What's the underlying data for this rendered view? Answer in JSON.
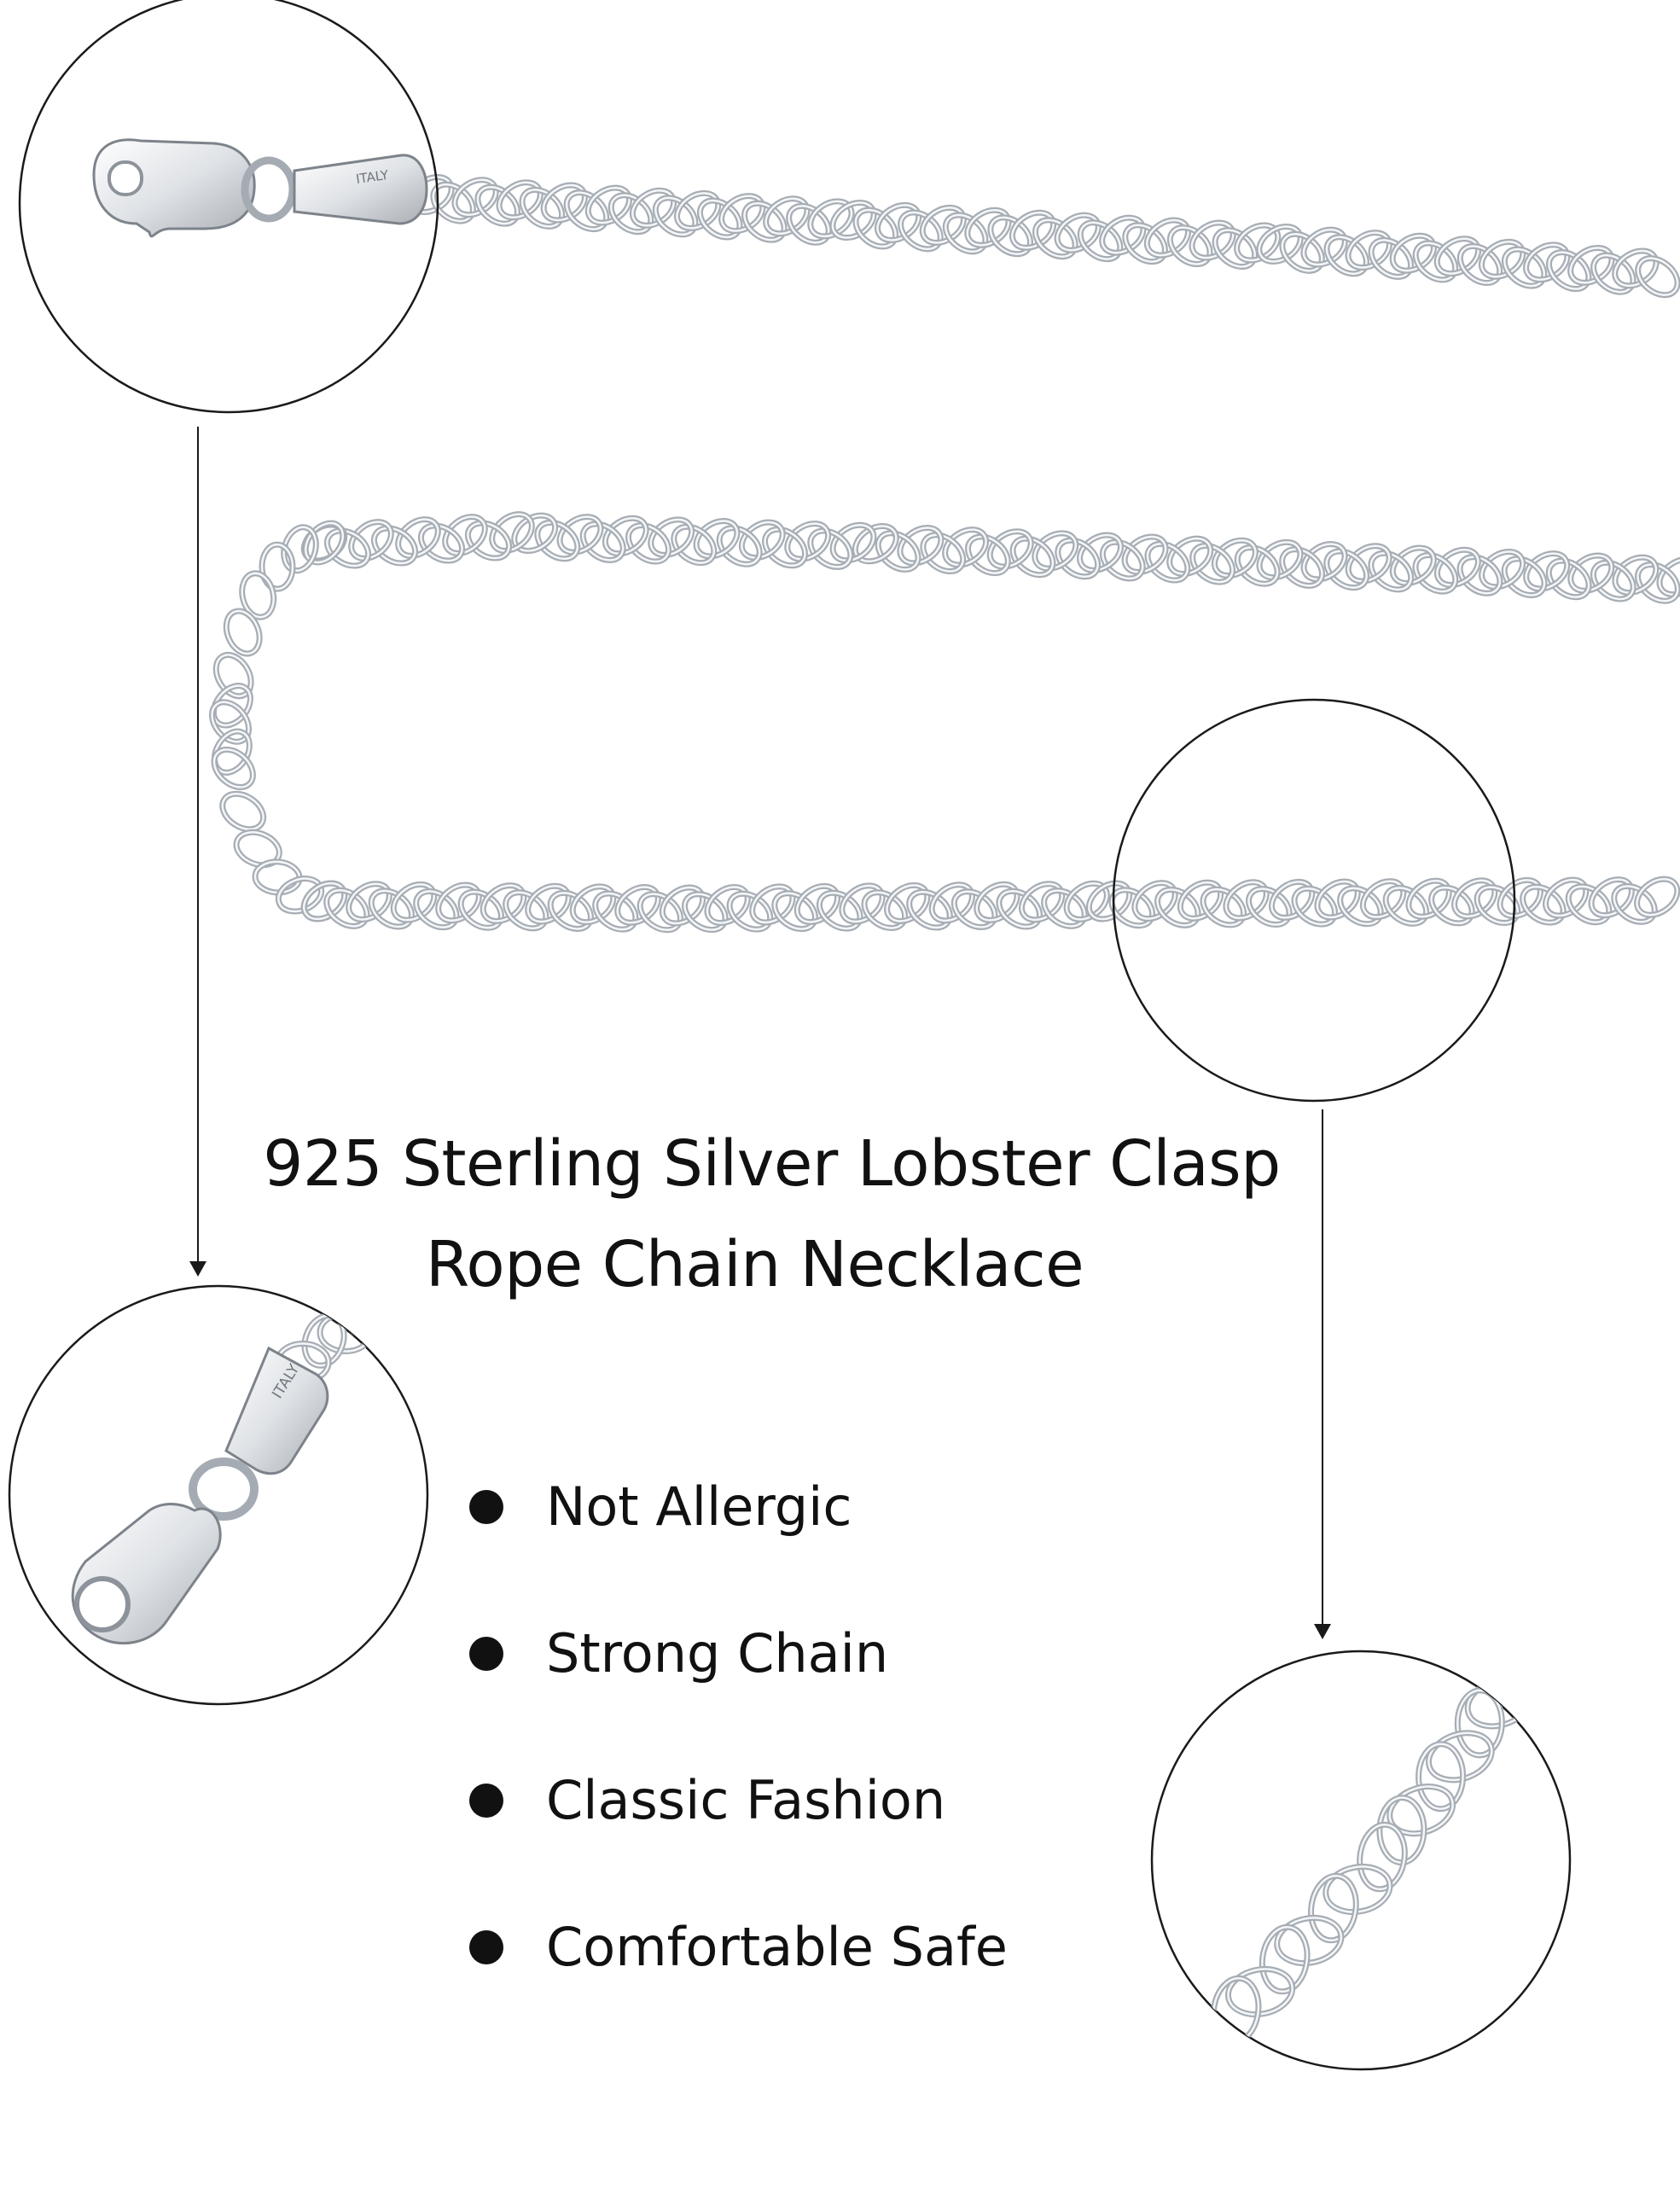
{
  "title": {
    "line1": "925 Sterling Silver Lobster Clasp",
    "line2": "Rope Chain Necklace"
  },
  "features": [
    {
      "label": "Not Allergic"
    },
    {
      "label": "Strong Chain"
    },
    {
      "label": "Classic Fashion"
    },
    {
      "label": "Comfortable Safe"
    }
  ],
  "clasp_stamp": "ITALY",
  "colors": {
    "background": "#ffffff",
    "text": "#111111",
    "silver": "#d9dde2",
    "silver_dark": "#8d939a",
    "silver_light": "#f7f8fa",
    "outline": "#1a1a1a"
  },
  "icons": {
    "callout_clasp_top": "zoom-circle-clasp",
    "callout_chain": "zoom-circle-chain",
    "callout_clasp_detail": "zoom-circle-clasp-detail",
    "callout_rope_detail": "zoom-circle-rope-detail"
  }
}
